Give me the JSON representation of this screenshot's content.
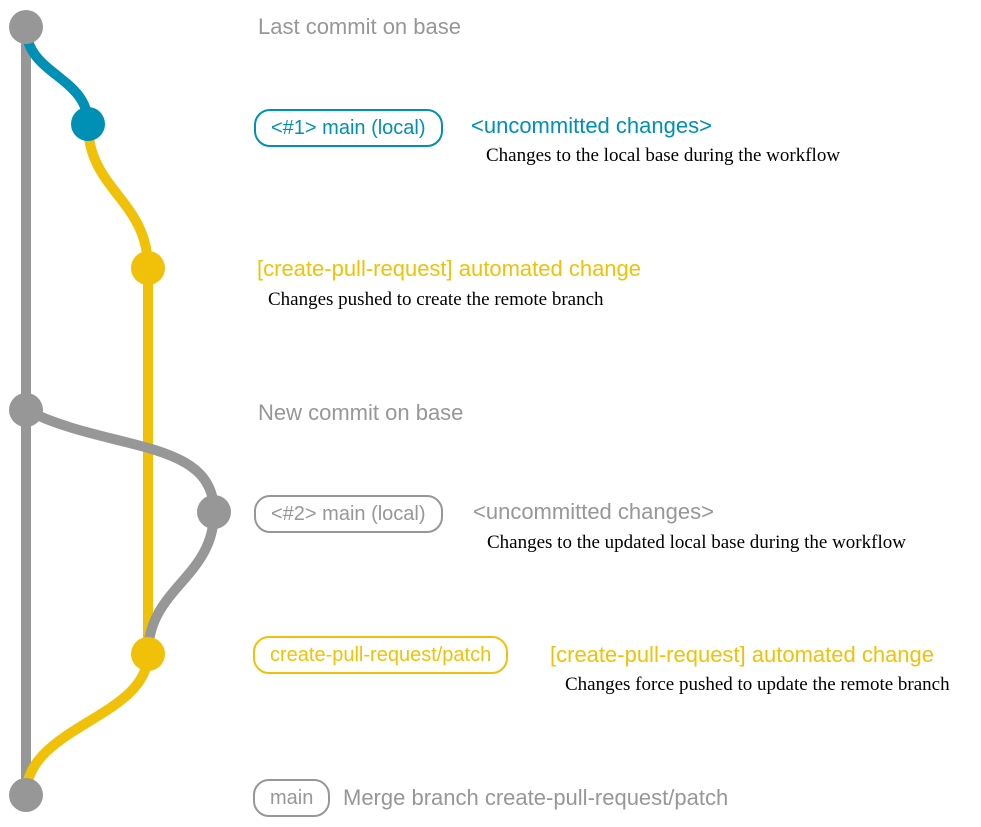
{
  "colors": {
    "gray": "#979797",
    "teal": "#008fb5",
    "yellow": "#f1c109",
    "note_text": "#000000",
    "background": "#ffffff"
  },
  "labels": {
    "last_commit": "Last commit on base",
    "new_commit": "New commit on base"
  },
  "rows": {
    "uncommitted1": {
      "badge": "<#1> main (local)",
      "message": "<uncommitted changes>",
      "note": "Changes to the local base during the workflow"
    },
    "patch_create": {
      "message": "[create-pull-request] automated change",
      "note": "Changes pushed to create the remote branch"
    },
    "uncommitted2": {
      "badge": "<#2> main (local)",
      "message": "<uncommitted changes>",
      "note": "Changes to the updated local base during the workflow"
    },
    "patch_update": {
      "badge": "create-pull-request/patch",
      "message": "[create-pull-request] automated change",
      "note": "Changes force pushed to update the remote branch"
    },
    "merge": {
      "badge": "main",
      "message": "Merge branch create-pull-request/patch"
    }
  },
  "graph": {
    "branches": [
      "base (main)",
      "uncommitted changes",
      "create-pull-request/patch"
    ],
    "commit_nodes": [
      {
        "name": "base-last-commit",
        "color": "gray"
      },
      {
        "name": "uncommitted-changes-1",
        "color": "teal"
      },
      {
        "name": "patch-branch-create",
        "color": "yellow"
      },
      {
        "name": "base-new-commit",
        "color": "gray"
      },
      {
        "name": "uncommitted-changes-2",
        "color": "gray"
      },
      {
        "name": "patch-branch-update",
        "color": "yellow"
      },
      {
        "name": "merge-commit",
        "color": "gray"
      }
    ]
  }
}
